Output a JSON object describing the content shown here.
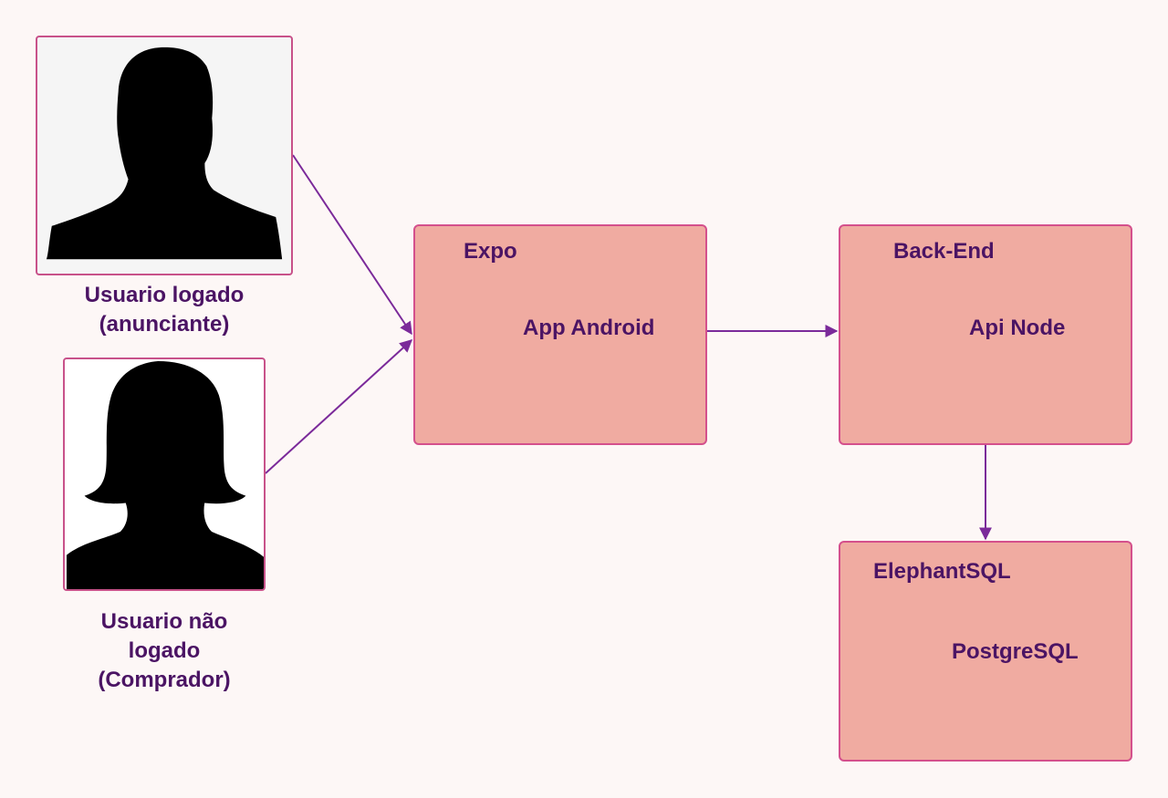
{
  "users": {
    "logged": {
      "line1": "Usuario logado",
      "line2": "(anunciante)",
      "icon": "male-silhouette-icon"
    },
    "guest": {
      "line1": "Usuario não",
      "line2": "logado",
      "line3": "(Comprador)",
      "icon": "female-silhouette-icon"
    }
  },
  "nodes": {
    "expo": {
      "title": "Expo",
      "subtitle": "App Android"
    },
    "backend": {
      "title": "Back-End",
      "subtitle": "Api Node"
    },
    "database": {
      "title": "ElephantSQL",
      "subtitle": "PostgreSQL"
    }
  },
  "colors": {
    "background": "#fdf7f6",
    "node_fill": "#f0aba1",
    "node_border": "#d4508c",
    "text": "#4b1464",
    "arrow": "#7b2a9a"
  }
}
